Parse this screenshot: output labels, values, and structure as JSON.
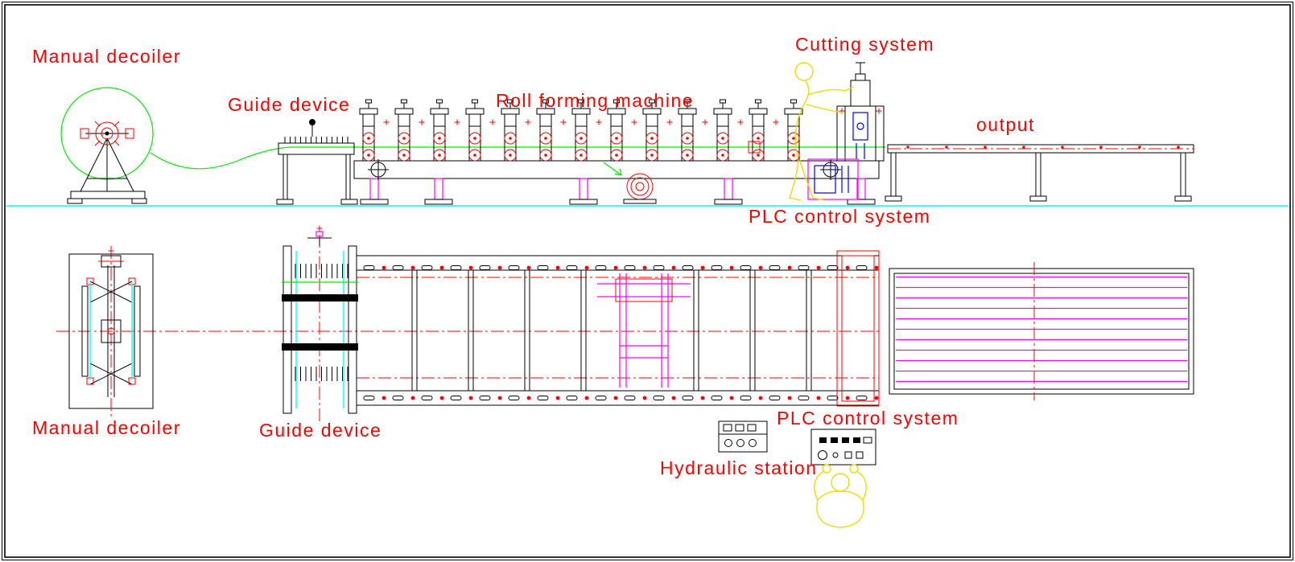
{
  "diagram": {
    "type": "cad-layout-drawing",
    "labels": {
      "manual_decoiler_top": "Manual decoiler",
      "guide_device_top": "Guide device",
      "roll_forming_machine": "Roll forming machine",
      "cutting_system": "Cutting system",
      "output": "output",
      "plc_control_system_top": "PLC control system",
      "manual_decoiler_plan": "Manual decoiler",
      "guide_device_plan": "Guide device",
      "hydraulic_station": "Hydraulic station",
      "plc_control_system_plan": "PLC control system"
    },
    "colors": {
      "label": "#ff0000",
      "outline": "#000000",
      "strip": "#00ee00",
      "ground": "#00ffff",
      "detail": "#ff00ff",
      "human": "#eedd00",
      "accent_blue": "#0000ff",
      "centerline": "#ff0000"
    }
  }
}
